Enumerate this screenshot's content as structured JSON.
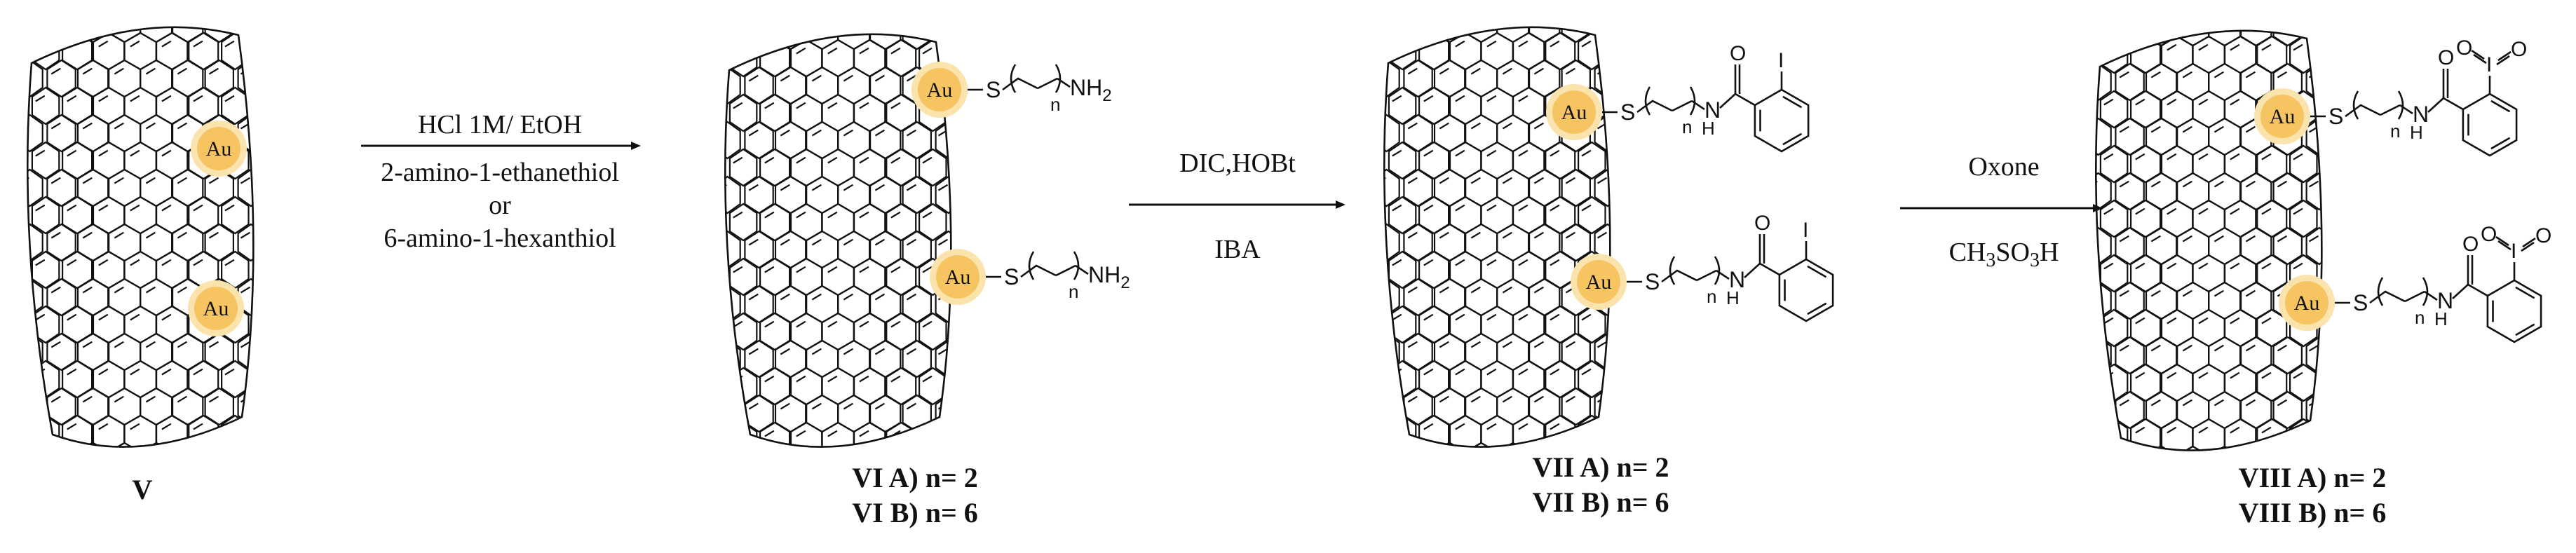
{
  "colors": {
    "ink": "#111111",
    "gold": "#f6c562",
    "gold_glow": "#fbe3ad",
    "background": "#ffffff"
  },
  "structures": [
    {
      "id": "V",
      "labels": [
        "V"
      ],
      "gold_label": "Au"
    },
    {
      "id": "VI",
      "labels": [
        "VI A) n= 2",
        "VI B) n= 6"
      ],
      "gold_label": "Au",
      "chain": {
        "atom": "S",
        "subscript": "n",
        "end_group": "NH",
        "end_sub": "2"
      }
    },
    {
      "id": "VII",
      "labels": [
        "VII A) n= 2",
        "VII B) n= 6"
      ],
      "gold_label": "Au",
      "chain": {
        "atom": "S",
        "subscript": "n",
        "end_group": "H",
        "amide_n": "N",
        "carbonyl": "O",
        "halogen": "I"
      }
    },
    {
      "id": "VIII",
      "labels": [
        "VIII A) n= 2",
        "VIII B) n= 6"
      ],
      "gold_label": "Au",
      "chain": {
        "atom": "S",
        "subscript": "n",
        "end_group": "H",
        "amide_n": "N",
        "carbonyl": "O",
        "halogen": "I",
        "iodoxy": "O"
      }
    }
  ],
  "arrows": [
    {
      "above": [
        "HCl 1M/ EtOH"
      ],
      "below": [
        "2-amino-1-ethanethiol",
        "or",
        "6-amino-1-hexanthiol"
      ]
    },
    {
      "above": [
        "DIC,HOBt"
      ],
      "below": [
        "IBA"
      ]
    },
    {
      "above": [
        "Oxone"
      ],
      "below_chem": {
        "p1": "CH",
        "s1": "3",
        "p2": "SO",
        "s2": "3",
        "p3": "H"
      }
    }
  ]
}
